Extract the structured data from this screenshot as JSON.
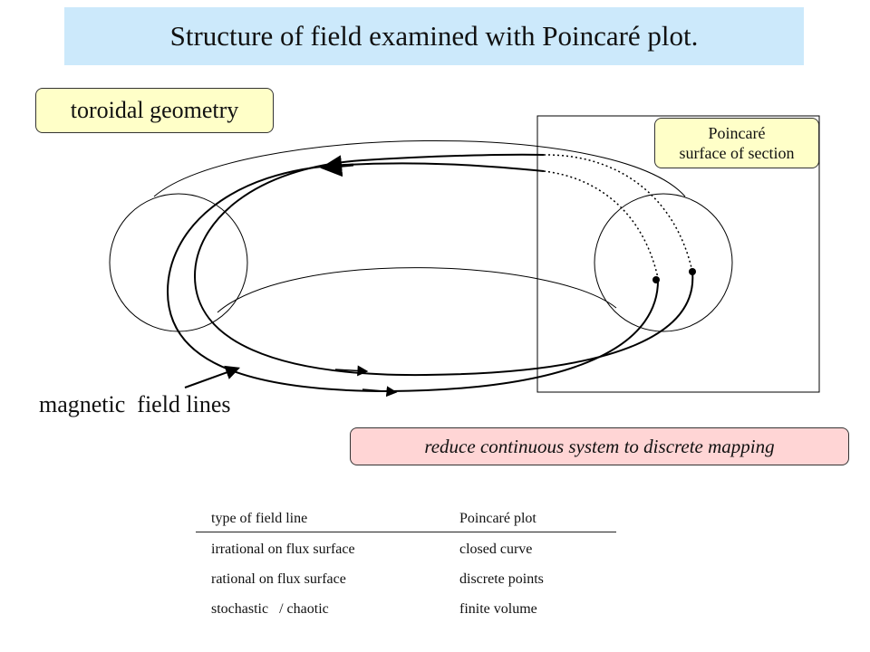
{
  "title": "Structure of field examined with Poincaré plot.",
  "labels": {
    "toroidal": "toroidal geometry",
    "poincare_line1": "Poincaré",
    "poincare_line2": "surface of section",
    "field_lines": "magnetic  field lines",
    "reduce": "reduce continuous system to discrete mapping"
  },
  "table": {
    "headers": [
      "type of field line",
      "Poincaré plot"
    ],
    "rows": [
      [
        "irrational on flux surface",
        "closed curve"
      ],
      [
        "rational on flux surface",
        "discrete points"
      ],
      [
        "stochastic   / chaotic",
        "finite volume"
      ]
    ]
  },
  "colors": {
    "title_bg": "#cce9fb",
    "label_bg": "#ffffc8",
    "reduce_bg": "#ffd5d5"
  }
}
